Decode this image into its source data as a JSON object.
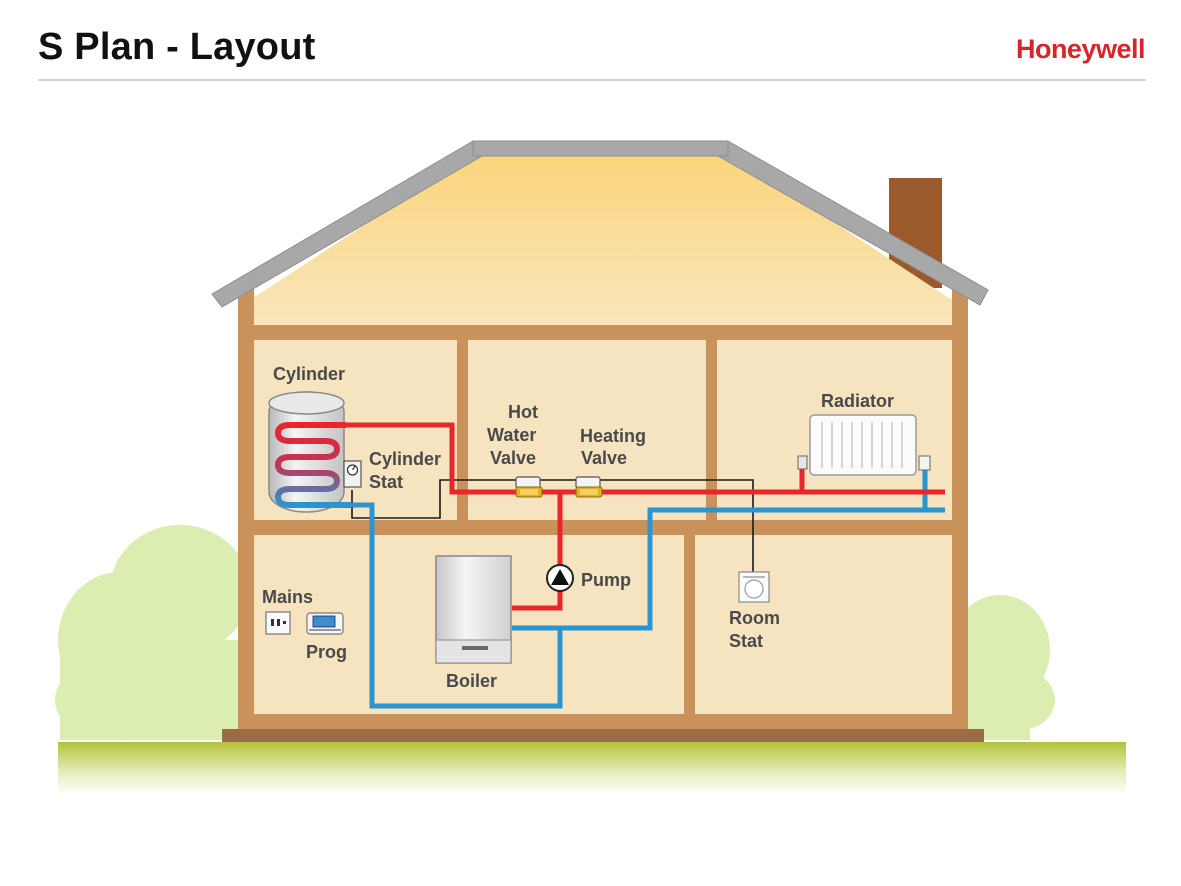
{
  "header": {
    "title": "S Plan - Layout",
    "brand": "Honeywell"
  },
  "labels": {
    "cylinder": "Cylinder",
    "cylinder_stat_1": "Cylinder",
    "cylinder_stat_2": "Stat",
    "hot_water_valve_1": "Hot",
    "hot_water_valve_2": "Water",
    "hot_water_valve_3": "Valve",
    "heating_valve_1": "Heating",
    "heating_valve_2": "Valve",
    "radiator": "Radiator",
    "pump": "Pump",
    "mains": "Mains",
    "prog": "Prog",
    "boiler": "Boiler",
    "room_stat_1": "Room",
    "room_stat_2": "Stat"
  },
  "colors": {
    "flow_pipe": "#e8262c",
    "return_pipe": "#2b95d1",
    "wiring": "#1a1a1a",
    "wall_fill": "#f6e3bf",
    "timber": "#c8925a",
    "roof": "#a8a8a8",
    "chimney": "#9a5a2c",
    "grass": "#b8c43a",
    "bushes": "#dcedb2"
  }
}
